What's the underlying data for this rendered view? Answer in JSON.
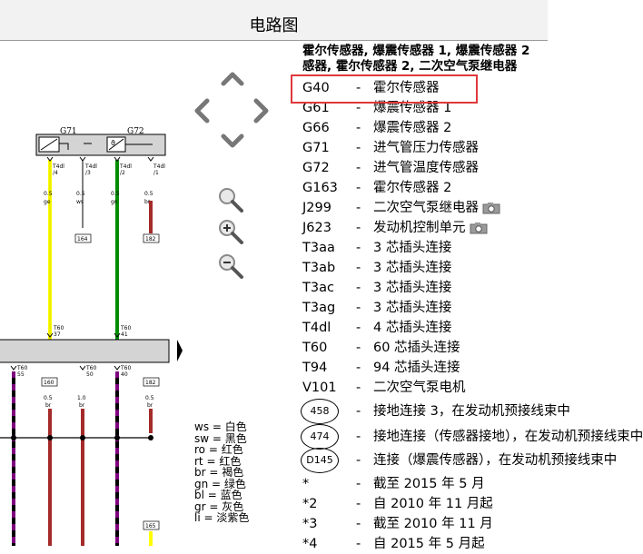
{
  "window": {
    "title": "电路图"
  },
  "legend": {
    "heading_line1": "霍尔传感器, 爆震传感器 1, 爆震传感器 2",
    "heading_line2": "感器, 霍尔传感器 2, 二次空气泵继电器",
    "items": [
      {
        "code": "G40",
        "desc": "霍尔传感器"
      },
      {
        "code": "G61",
        "desc": "爆震传感器 1"
      },
      {
        "code": "G66",
        "desc": "爆震传感器 2"
      },
      {
        "code": "G71",
        "desc": "进气管压力传感器"
      },
      {
        "code": "G72",
        "desc": "进气管温度传感器"
      },
      {
        "code": "G163",
        "desc": "霍尔传感器 2"
      },
      {
        "code": "J299",
        "desc": "二次空气泵继电器",
        "camera": true
      },
      {
        "code": "J623",
        "desc": "发动机控制单元",
        "camera": true
      },
      {
        "code": "T3aa",
        "desc": "3 芯插头连接"
      },
      {
        "code": "T3ab",
        "desc": "3 芯插头连接"
      },
      {
        "code": "T3ac",
        "desc": "3 芯插头连接"
      },
      {
        "code": "T3ag",
        "desc": "3 芯插头连接"
      },
      {
        "code": "T4dl",
        "desc": "4 芯插头连接"
      },
      {
        "code": "T60",
        "desc": "60 芯插头连接"
      },
      {
        "code": "T94",
        "desc": "94 芯插头连接"
      },
      {
        "code": "V101",
        "desc": "二次空气泵电机"
      },
      {
        "code": "458",
        "desc": "接地连接 3，在发动机预接线束中",
        "badge": true
      },
      {
        "code": "474",
        "desc": "接地连接（传感器接地），在发动机预接线束中",
        "badge": true
      },
      {
        "code": "D145",
        "desc": "连接（爆震传感器），在发动机预接线束中",
        "badge": true
      },
      {
        "code": "*",
        "desc": "截至 2015 年 5 月"
      },
      {
        "code": "*2",
        "desc": "自 2010 年 11 月起"
      },
      {
        "code": "*3",
        "desc": "截至 2010 年 11 月"
      },
      {
        "code": "*4",
        "desc": "自 2015 年 5 月起"
      }
    ]
  },
  "wire_colors": [
    {
      "abbr": "ws",
      "name": "白色"
    },
    {
      "abbr": "sw",
      "name": "黑色"
    },
    {
      "abbr": "ro",
      "name": "红色"
    },
    {
      "abbr": "rt",
      "name": "红色"
    },
    {
      "abbr": "br",
      "name": "褐色"
    },
    {
      "abbr": "gn",
      "name": "绿色"
    },
    {
      "abbr": "bl",
      "name": "蓝色"
    },
    {
      "abbr": "gr",
      "name": "灰色"
    },
    {
      "abbr": "li",
      "name": "淡紫色"
    }
  ],
  "diagram": {
    "components": {
      "g71": "G71",
      "g72": "G72"
    },
    "top_pins": [
      {
        "conn": "T4dl",
        "pin": "/4",
        "size": "0.5",
        "color": "ge"
      },
      {
        "conn": "T4dl",
        "pin": "/3",
        "size": "0.5",
        "color": "ws"
      },
      {
        "conn": "T4dl",
        "pin": "/2",
        "size": "0.5",
        "color": "gn"
      },
      {
        "conn": "T4dl",
        "pin": "/1",
        "size": "0.5",
        "color": "br"
      }
    ],
    "top_refs": [
      "164",
      "182"
    ],
    "t60_upper": [
      {
        "conn": "T60",
        "pin": "37"
      },
      {
        "conn": "T60",
        "pin": "41"
      }
    ],
    "t60_lower": [
      {
        "conn": "T60",
        "pin": "55"
      },
      {
        "conn": "T60",
        "pin": "50"
      },
      {
        "conn": "T60",
        "pin": "40"
      }
    ],
    "lower_refs": [
      "160",
      "182",
      "165"
    ],
    "lower_wires": [
      {
        "size": "0.5",
        "color": "br"
      },
      {
        "size": "1.0",
        "color": "br"
      },
      {
        "size": "0.5",
        "color": "br"
      }
    ],
    "colors": {
      "yellow": "#ffff00",
      "green": "#008c00",
      "brown": "#a52a2a",
      "purple": "#7f007f",
      "highlight": "#e0383c"
    }
  }
}
